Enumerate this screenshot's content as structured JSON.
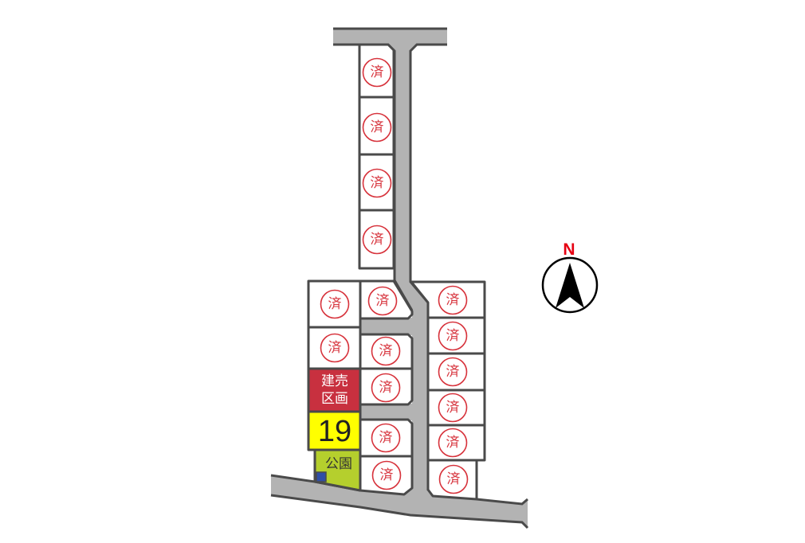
{
  "colors": {
    "road_fill": "#b3b3b3",
    "outline": "#4a4a4a",
    "lot_fill": "#ffffff",
    "stamp": "#d7333c"
  },
  "compass": {
    "label": "N",
    "label_color": "#e60012",
    "arrow_color": "#000000"
  },
  "lots": {
    "north_column": [
      {
        "label": "済"
      },
      {
        "label": "済"
      },
      {
        "label": "済"
      },
      {
        "label": "済"
      }
    ],
    "west_column": [
      {
        "label": "済"
      },
      {
        "label": "済"
      }
    ],
    "middle_column": [
      {
        "label": "済"
      },
      {
        "label": "済"
      },
      {
        "label": "済"
      },
      {
        "label": "済"
      },
      {
        "label": "済"
      }
    ],
    "east_column": [
      {
        "label": "済"
      },
      {
        "label": "済"
      },
      {
        "label": "済"
      },
      {
        "label": "済"
      },
      {
        "label": "済"
      },
      {
        "label": "済"
      }
    ]
  },
  "featured_lots": {
    "build_for_sale": {
      "line1": "建売",
      "line2": "区画",
      "fill": "#c8303f",
      "text_color": "#ffffff"
    },
    "lot_19": {
      "number": "19",
      "fill": "#ffff00",
      "text_color": "#222222"
    }
  },
  "park": {
    "label": "公園",
    "fill": "#b5cf2d",
    "text_color": "#333333",
    "marker_fill": "#2f4ea6"
  }
}
